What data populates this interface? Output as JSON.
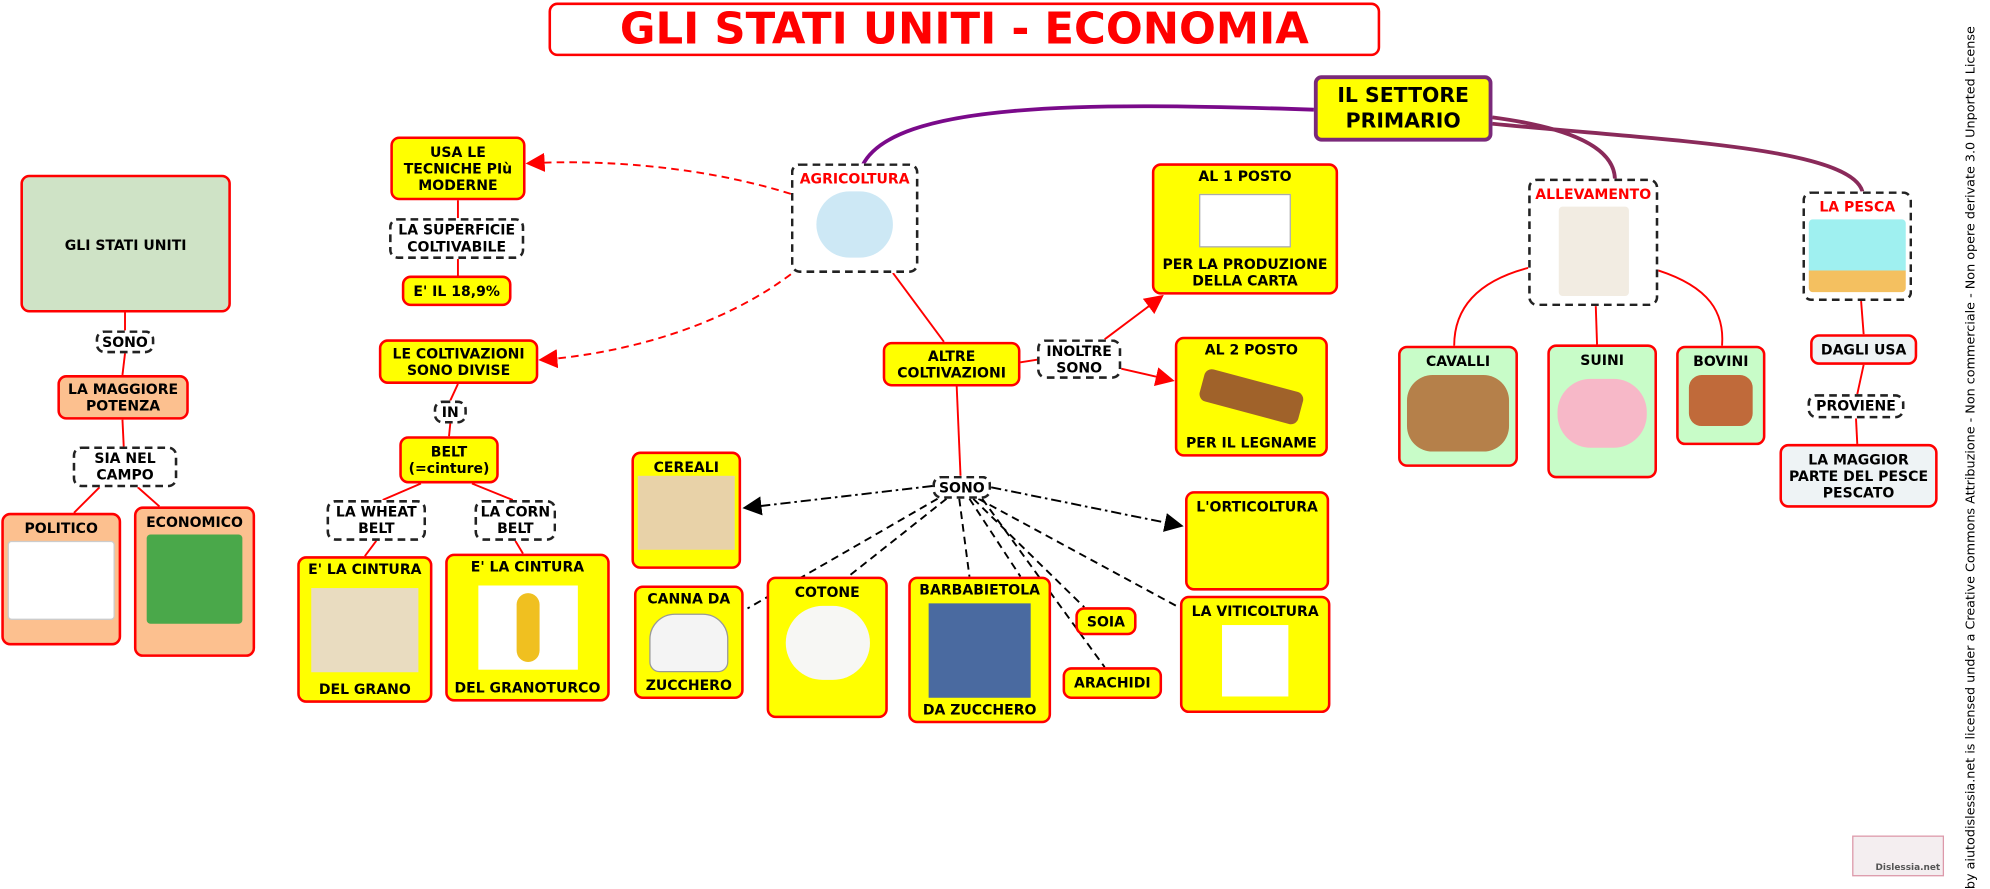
{
  "title": "GLI STATI UNITI - ECONOMIA",
  "central": "IL SETTORE PRIMARIO",
  "license": "by aiutodislessia.net is licensed under a Creative Commons Attribuzione - Non commerciale - Non opere derivate 3.0 Unported License",
  "logo": "Dislessia.net",
  "left": {
    "map": "GLI STATI UNITI",
    "sono": "SONO",
    "potenza": "LA MAGGIORE POTENZA",
    "sia": "SIA NEL CAMPO",
    "politico": "POLITICO",
    "economico": "ECONOMICO"
  },
  "agri": {
    "label": "AGRICOLTURA",
    "tecniche": "USA LE TECNICHE PIù MODERNE",
    "superficie": "LA SUPERFICIE COLTIVABILE",
    "perc": "E' IL 18,9%",
    "divise": "LE COLTIVAZIONI SONO DIVISE",
    "in": "IN",
    "belt": "BELT (=cinture)",
    "wheat": "LA WHEAT BELT",
    "corn": "LA CORN BELT",
    "grano_top": "E' LA CINTURA",
    "grano_bot": "DEL GRANO",
    "granoturco_top": "E' LA CINTURA",
    "granoturco_bot": "DEL GRANOTURCO",
    "altre": "ALTRE COLTIVAZIONI",
    "inoltre": "INOLTRE SONO",
    "posto1_top": "AL 1 POSTO",
    "posto1_bot": "PER LA PRODUZIONE DELLA CARTA",
    "posto2_top": "AL 2 POSTO",
    "posto2_bot": "PER IL LEGNAME",
    "sono": "SONO",
    "cereali": "CEREALI",
    "canna_top": "CANNA DA",
    "canna_bot": "ZUCCHERO",
    "cotone": "COTONE",
    "barba_top": "BARBABIETOLA",
    "barba_bot": "DA ZUCCHERO",
    "soia": "SOIA",
    "arachidi": "ARACHIDI",
    "orticoltura": "L'ORTICOLTURA",
    "viticoltura": "LA VITICOLTURA"
  },
  "alle": {
    "label": "ALLEVAMENTO",
    "cavalli": "CAVALLI",
    "suini": "SUINI",
    "bovini": "BOVINI"
  },
  "pesca": {
    "label": "LA PESCA",
    "dagli": "DAGLI USA",
    "proviene": "PROVIENE",
    "maggior": "LA MAGGIOR PARTE DEL PESCE PESCATO"
  },
  "colors": {
    "node": "#ffff00",
    "border": "#ff0000",
    "green": "#c8fcc8",
    "orange": "#fcc08f",
    "purple": "#7a2a7a"
  }
}
